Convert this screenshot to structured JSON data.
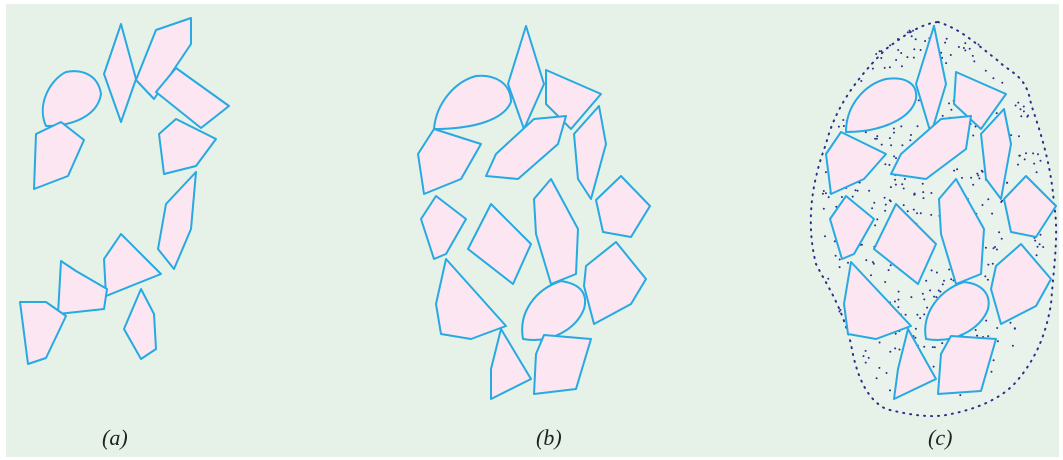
{
  "colors": {
    "background": "#e6f2e8",
    "particle_fill": "#fbe6f1",
    "particle_stroke": "#27a9e1",
    "dot_color": "#2c2c8c"
  },
  "panels": [
    {
      "id": "a",
      "label": "(a)"
    },
    {
      "id": "b",
      "label": "(b)"
    },
    {
      "id": "c",
      "label": "(c)"
    }
  ]
}
